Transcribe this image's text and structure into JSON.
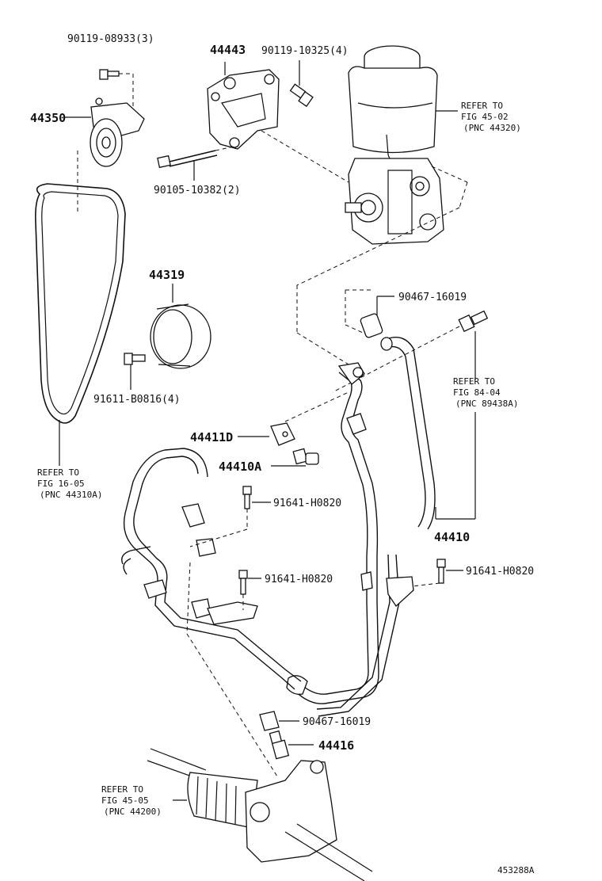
{
  "labels": {
    "l90119_08933": "90119-08933(3)",
    "l44443": "44443",
    "l90119_10325": "90119-10325(4)",
    "l44350": "44350",
    "refer_4502_a": "REFER TO",
    "refer_4502_b": "FIG 45-02",
    "refer_4502_c": "(PNC 44320)",
    "l90105": "90105-10382(2)",
    "l44319": "44319",
    "l90467_top": "90467-16019",
    "refer_8404_a": "REFER TO",
    "refer_8404_b": "FIG 84-04",
    "refer_8404_c": "(PNC 89438A)",
    "l91611": "91611-B0816(4)",
    "l44411D": "44411D",
    "l44410A": "44410A",
    "refer_1605_a": "REFER TO",
    "refer_1605_b": "FIG 16-05",
    "refer_1605_c": "(PNC 44310A)",
    "l91641_a": "91641-H0820",
    "l44410": "44410",
    "l91641_b": "91641-H0820",
    "l91641_c": "91641-H0820",
    "l90467_bot": "90467-16019",
    "l44416": "44416",
    "refer_4505_a": "REFER TO",
    "refer_4505_b": "FIG 45-05",
    "refer_4505_c": "(PNC 44200)",
    "fig_code": "453288A"
  }
}
